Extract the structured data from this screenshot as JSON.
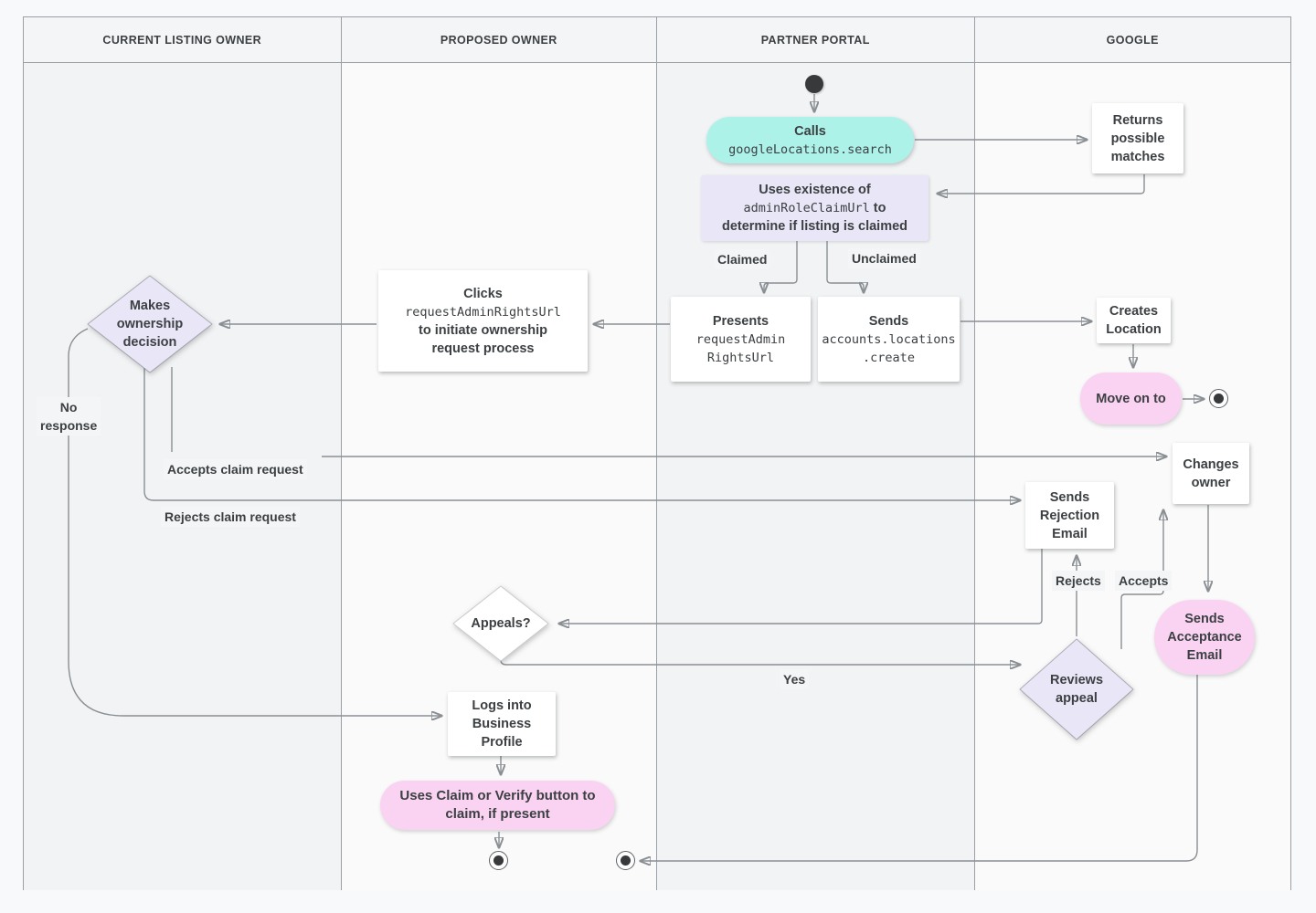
{
  "colors": {
    "teal": "#adf2e9",
    "lavender": "#e9e6f7",
    "pink": "#fad2f2",
    "line": "#8a8f94",
    "ink": "#3c4043",
    "lane_gray": "#f1f3f4",
    "lane_light": "#fafafa",
    "border": "#9aa0a6",
    "header_bg": "#f4f5f6",
    "label_bg": "#f4f5f6",
    "node_dark": "#37393b"
  },
  "lanes": {
    "lane1": "CURRENT LISTING OWNER",
    "lane2": "PROPOSED OWNER",
    "lane3": "PARTNER PORTAL",
    "lane4": "GOOGLE"
  },
  "nodes": {
    "calls": {
      "title": "Calls",
      "code": "googleLocations.search"
    },
    "returns": {
      "text": "Returns\npossible\nmatches"
    },
    "uses": {
      "line1": "Uses existence of",
      "code": "adminRoleClaimUrl",
      "after_code": " to",
      "line3": "determine if listing is claimed"
    },
    "presents": {
      "title": "Presents",
      "code": "requestAdmin\nRightsUrl"
    },
    "sends_create": {
      "title": "Sends",
      "code": "accounts.locations\n.create"
    },
    "creates_location": {
      "text": "Creates\nLocation"
    },
    "move_on": {
      "text": "Move on to"
    },
    "clicks": {
      "title": "Clicks",
      "code": "requestAdminRightsUrl",
      "rest": "to initiate ownership\nrequest process"
    },
    "makes_decision": {
      "text": "Makes\nownership\ndecision"
    },
    "sends_rejection": {
      "text": "Sends\nRejection\nEmail"
    },
    "changes_owner": {
      "text": "Changes\nowner"
    },
    "appeals": {
      "text": "Appeals?"
    },
    "reviews_appeal": {
      "text": "Reviews\nappeal"
    },
    "sends_acceptance": {
      "text": "Sends\nAcceptance\nEmail"
    },
    "logs_in": {
      "text": "Logs into\nBusiness\nProfile"
    },
    "uses_claim": {
      "text": "Uses Claim or Verify button to\nclaim, if present"
    }
  },
  "edge_labels": {
    "claimed": "Claimed",
    "unclaimed": "Unclaimed",
    "no_response": "No\nresponse",
    "accepts_claim": "Accepts claim request",
    "rejects_claim": "Rejects claim request",
    "rejects": "Rejects",
    "accepts": "Accepts",
    "yes": "Yes"
  }
}
